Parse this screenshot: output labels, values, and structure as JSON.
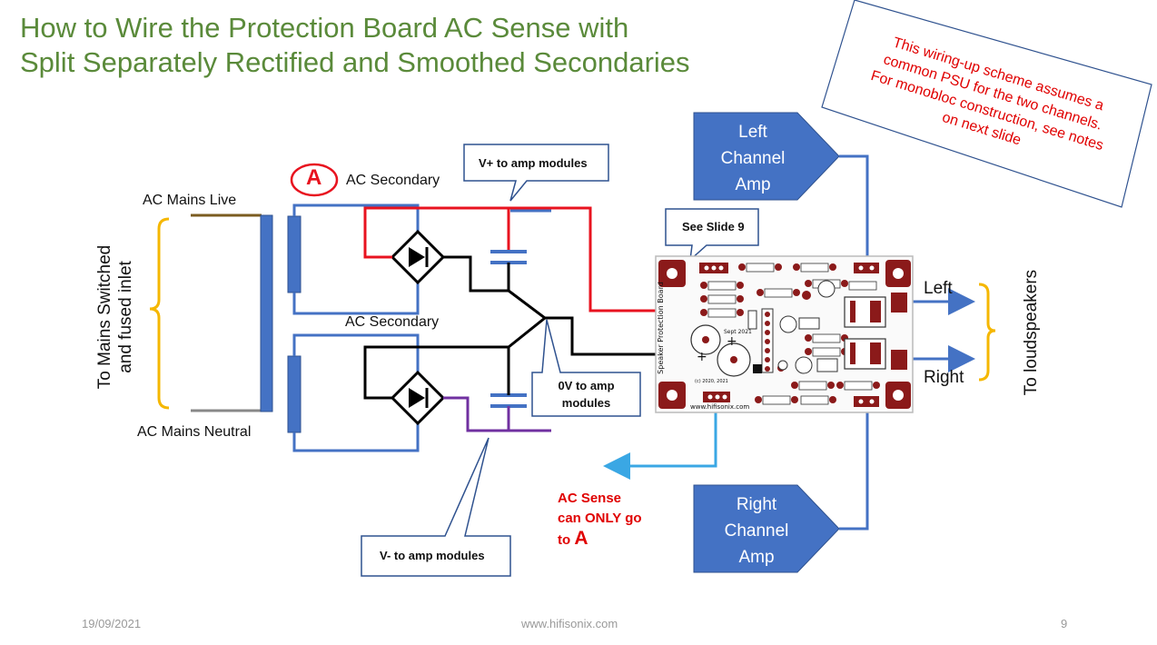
{
  "title": {
    "line1": "How to Wire the Protection Board AC Sense with",
    "line2": "Split Separately Rectified and Smoothed Secondaries"
  },
  "note": {
    "line1": "This wiring-up scheme assumes a",
    "line2": "common PSU for the two channels.",
    "line3": "For monobloc construction, see notes",
    "line4": "on next slide"
  },
  "labels": {
    "mains_live": "AC Mains Live",
    "mains_neutral": "AC Mains Neutral",
    "mains_side_line1": "To Mains Switched",
    "mains_side_line2": "and fused inlet",
    "ac_secondary_top": "AC Secondary",
    "ac_secondary_bottom": "AC Secondary",
    "marker_a": "A",
    "left": "Left",
    "right": "Right",
    "loudspeakers": "To loudspeakers"
  },
  "callouts": {
    "vplus": "V+ to amp modules",
    "vminus": "V- to amp modules",
    "zero_v_line1": "0V to amp",
    "zero_v_line2": "modules",
    "see_slide": "See Slide 9"
  },
  "amps": {
    "left_line1": "Left",
    "left_line2": "Channel",
    "left_line3": "Amp",
    "right_line1": "Right",
    "right_line2": "Channel",
    "right_line3": "Amp"
  },
  "ac_sense": {
    "line1": "AC Sense",
    "line2": "can ONLY go",
    "line3_prefix": "to ",
    "line3_marker": "A"
  },
  "pcb": {
    "title_vertical": "Speaker Protection Board",
    "date": "Sept 2021",
    "website": "www.hifisonix.com",
    "copyright": "(c) 2020, 2021"
  },
  "footer": {
    "date": "19/09/2021",
    "site": "www.hifisonix.com",
    "page": "9"
  },
  "colors": {
    "title_green": "#5a8a3a",
    "wire_blue": "#4472c4",
    "wire_red": "#e8131f",
    "wire_purple": "#7030a0",
    "brace_gold": "#f5b700",
    "arrow_lightblue": "#3aa7e4",
    "note_red": "#e00000"
  }
}
